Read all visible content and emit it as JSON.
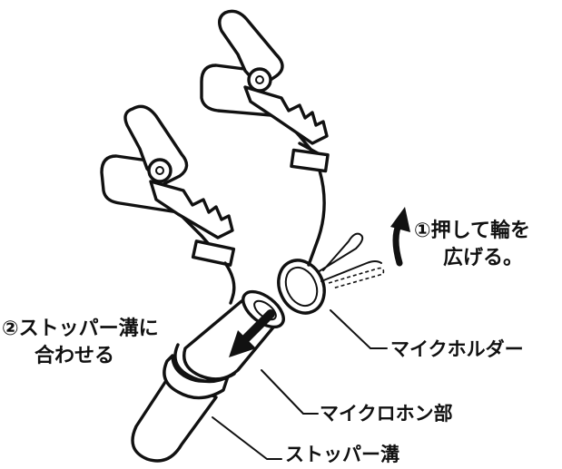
{
  "step1": {
    "line1": "①押して輪を",
    "line2": "広げる。"
  },
  "step2": {
    "line1": "②ストッパー溝に",
    "line2": "合わせる"
  },
  "labels": {
    "mic_holder": "マイクホルダー",
    "mic_body": "マイクロホン部",
    "stopper_groove": "ストッパー溝"
  }
}
